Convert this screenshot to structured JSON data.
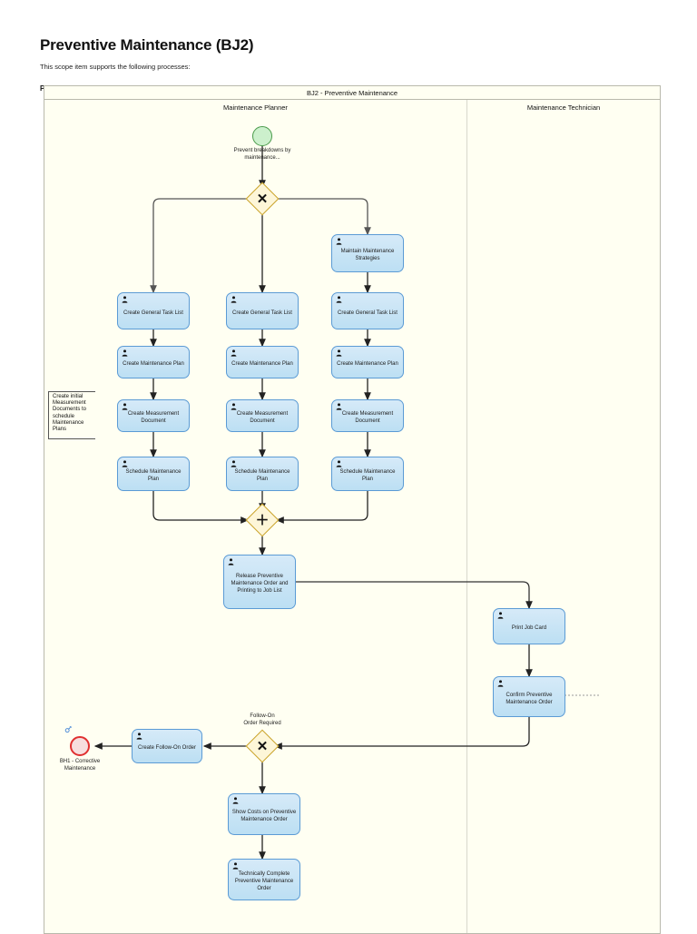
{
  "header": {
    "title": "Preventive Maintenance (BJ2)",
    "intro": "This scope item supports the following processes:",
    "process_name": "Preventive Maintenance - Performance Based"
  },
  "pool": {
    "title": "BJ2 - Preventive Maintenance",
    "lanes": [
      {
        "id": "planner",
        "label": "Maintenance Planner"
      },
      {
        "id": "technician",
        "label": "Maintenance Technician"
      }
    ]
  },
  "diagram": {
    "type": "bpmn-process-flow",
    "start_event": {
      "name": "start-event",
      "label": "Prevent breakdowns by maintenance...",
      "color": "#ccf0cc"
    },
    "end_event": {
      "name": "end-event",
      "label": "BH1 - Corrective Maintenance",
      "color": "#e03030",
      "icon": "link-icon"
    },
    "gateways": [
      {
        "id": "gw-split",
        "type": "exclusive",
        "glyph": "✕",
        "label": ""
      },
      {
        "id": "gw-join",
        "type": "parallel",
        "glyph": "＋",
        "label": ""
      },
      {
        "id": "gw-followon",
        "type": "exclusive",
        "glyph": "✕",
        "label": "Follow-On\nOrder Required"
      }
    ],
    "gateway_labels": {
      "follow_on_line1": "Follow-On",
      "follow_on_line2": "Order Required"
    },
    "annotation": {
      "text": "Create initial Measurement Documents to schedule Maintenance Plans"
    },
    "tasks": [
      {
        "id": "t-maintain-strategies",
        "label": "Maintain Maintenance Strategies",
        "lane": "planner"
      },
      {
        "id": "t-gtl-1",
        "label": "Create General Task List",
        "lane": "planner"
      },
      {
        "id": "t-gtl-2",
        "label": "Create General Task List",
        "lane": "planner"
      },
      {
        "id": "t-gtl-3",
        "label": "Create General Task List",
        "lane": "planner"
      },
      {
        "id": "t-plan-1",
        "label": "Create Maintenance Plan",
        "lane": "planner"
      },
      {
        "id": "t-plan-2",
        "label": "Create Maintenance Plan",
        "lane": "planner"
      },
      {
        "id": "t-plan-3",
        "label": "Create Maintenance Plan",
        "lane": "planner"
      },
      {
        "id": "t-meas-1",
        "label": "Create Measurement Document",
        "lane": "planner"
      },
      {
        "id": "t-meas-2",
        "label": "Create Measurement Document",
        "lane": "planner"
      },
      {
        "id": "t-meas-3",
        "label": "Create Measurement Document",
        "lane": "planner"
      },
      {
        "id": "t-sched-1",
        "label": "Schedule Maintenance Plan",
        "lane": "planner"
      },
      {
        "id": "t-sched-2",
        "label": "Schedule Maintenance Plan",
        "lane": "planner"
      },
      {
        "id": "t-sched-3",
        "label": "Schedule Maintenance Plan",
        "lane": "planner"
      },
      {
        "id": "t-release",
        "label": "Release Preventive Maintenance Order and Printing to Job List",
        "lane": "planner"
      },
      {
        "id": "t-print-job-card",
        "label": "Print Job Card",
        "lane": "technician"
      },
      {
        "id": "t-confirm",
        "label": "Confirm Preventive Maintenance Order",
        "lane": "technician"
      },
      {
        "id": "t-create-followon",
        "label": "Create Follow-On Order",
        "lane": "planner"
      },
      {
        "id": "t-show-costs",
        "label": "Show Costs on Preventive Maintenance Order",
        "lane": "planner"
      },
      {
        "id": "t-tech-complete",
        "label": "Technically Complete Preventive Maintenance Order",
        "lane": "planner"
      }
    ]
  },
  "colors": {
    "task_fill": "#bcdff3",
    "task_border": "#5b9bd5",
    "gateway_fill": "#fdf6d8",
    "gateway_border": "#c9a227",
    "lane_fill": "#fffff2",
    "pool_border": "#b9b9ac",
    "start_fill": "#ccf0cc",
    "end_border": "#e03030",
    "connector": "#333333"
  }
}
